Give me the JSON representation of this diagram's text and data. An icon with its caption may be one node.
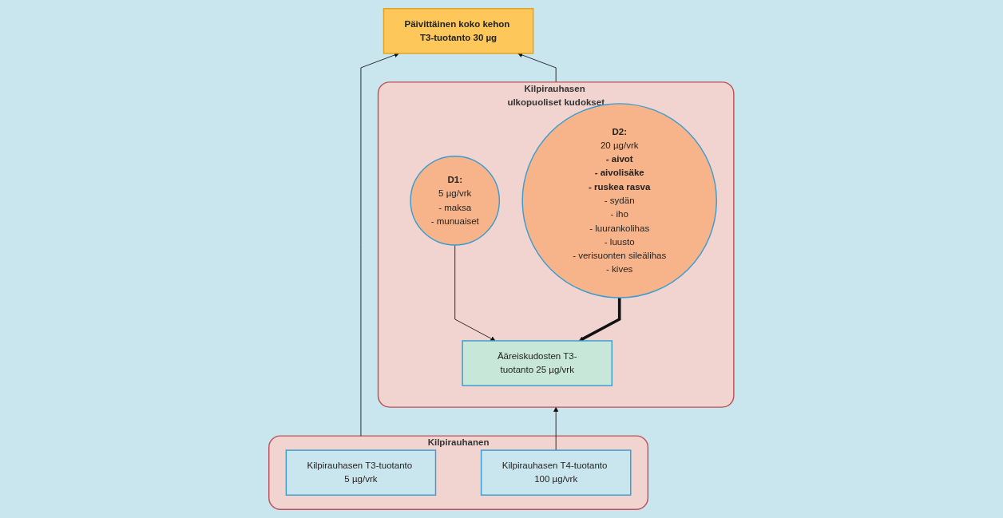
{
  "diagram": {
    "nodes": [
      {
        "text": [
          "Päivittäinen koko kehon T3-tuotanto 30 µg"
        ]
      },
      {
        "text": [
          "Kilpirauhanen"
        ]
      },
      {
        "text": [
          "Kilpirauhasen T3-tuotanto 5 µg/vrk"
        ],
        "in": 1
      },
      {
        "text": [
          "Kilpirauhasen T4-tuotanto 100 µg/vrk"
        ],
        "in": 1
      },
      {
        "text": [
          "Kilpirauhasen ulkopuoliset kudokset"
        ]
      },
      {
        "text": [
          "Ääreiskudosten T3-tuotanto 25 µg/vrk"
        ],
        "in": 4
      },
      {
        "text": [
          "D1:",
          "5 µg/vrk",
          "- maksa",
          "- munuaiset"
        ],
        "in": 4
      },
      {
        "text": [
          "D2:",
          "20 µg/vrk",
          "- aivot",
          "- aivolisäke",
          "- ruskea rasva",
          "- sydän",
          "- iho",
          "- luurankolihas",
          "- luusto",
          "- verisuonten sileälihas",
          "- kives"
        ],
        "in": 4
      }
    ],
    "edges": [
      {
        "from": 1,
        "to": 0,
        "arrow": "to"
      },
      {
        "from": 4,
        "to": 0,
        "arrow": "to"
      },
      {
        "from": 3,
        "to": 4,
        "arrow": "to"
      },
      {
        "from": 6,
        "to": 5,
        "arrow": "to"
      },
      {
        "from": 7,
        "to": 5,
        "arrow": "to",
        "style": "thick"
      }
    ]
  }
}
